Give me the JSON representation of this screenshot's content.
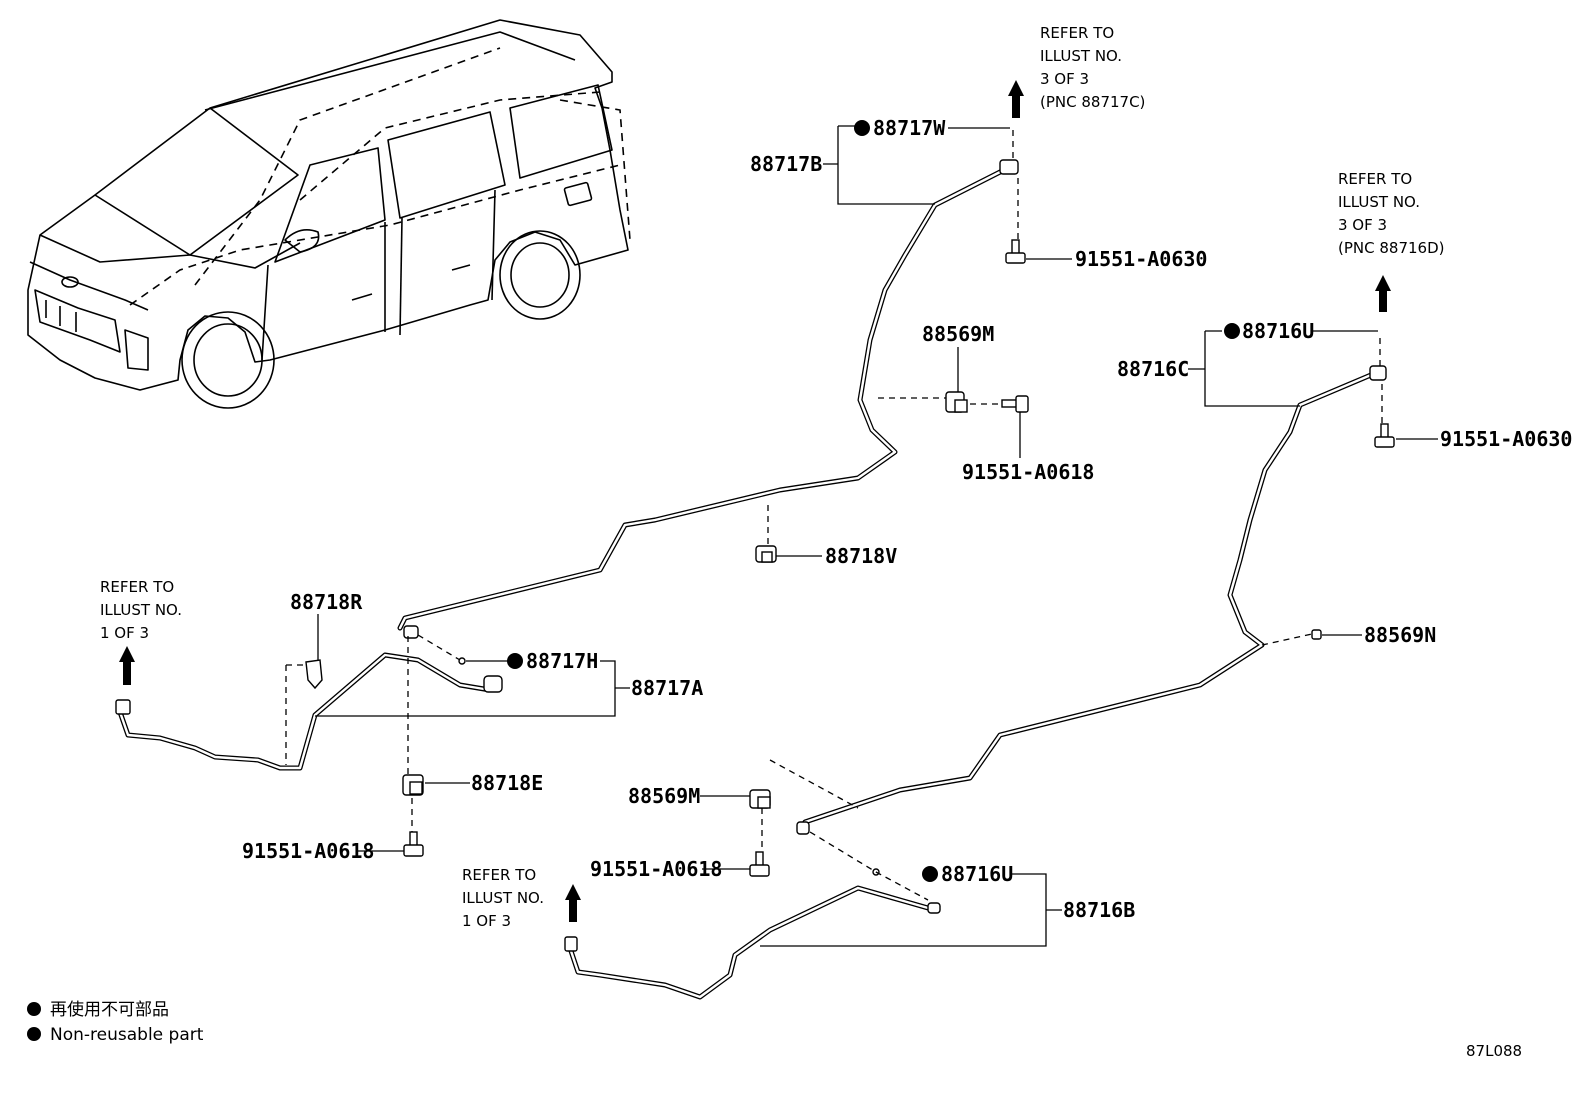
{
  "labels": {
    "p88717W": "88717W",
    "p88717B": "88717B",
    "p91551_A0630_top": "91551-A0630",
    "p88569M_top": "88569M",
    "p91551_A0618_top": "91551-A0618",
    "p88718V": "88718V",
    "p88716U_top": "88716U",
    "p88716C": "88716C",
    "p91551_A0630_right": "91551-A0630",
    "p88569N": "88569N",
    "p88718R": "88718R",
    "p88717H": "88717H",
    "p88717A": "88717A",
    "p88718E": "88718E",
    "p91551_A0618_left": "91551-A0618",
    "p88569M_bottom": "88569M",
    "p91551_A0618_bottom": "91551-A0618",
    "p88716U_bottom": "88716U",
    "p88716B": "88716B"
  },
  "refer_notes": {
    "top": [
      "REFER TO",
      "ILLUST NO.",
      "3 OF 3",
      "(PNC 88717C)"
    ],
    "right": [
      "REFER TO",
      "ILLUST NO.",
      "3 OF 3",
      "(PNC 88716D)"
    ],
    "left": [
      "REFER TO",
      "ILLUST NO.",
      "1 OF 3"
    ],
    "bottom": [
      "REFER TO",
      "ILLUST NO.",
      "1 OF 3"
    ]
  },
  "legend": {
    "japanese": "再使用不可部品",
    "english": "Non-reusable part"
  },
  "illustration_code": "87L088"
}
